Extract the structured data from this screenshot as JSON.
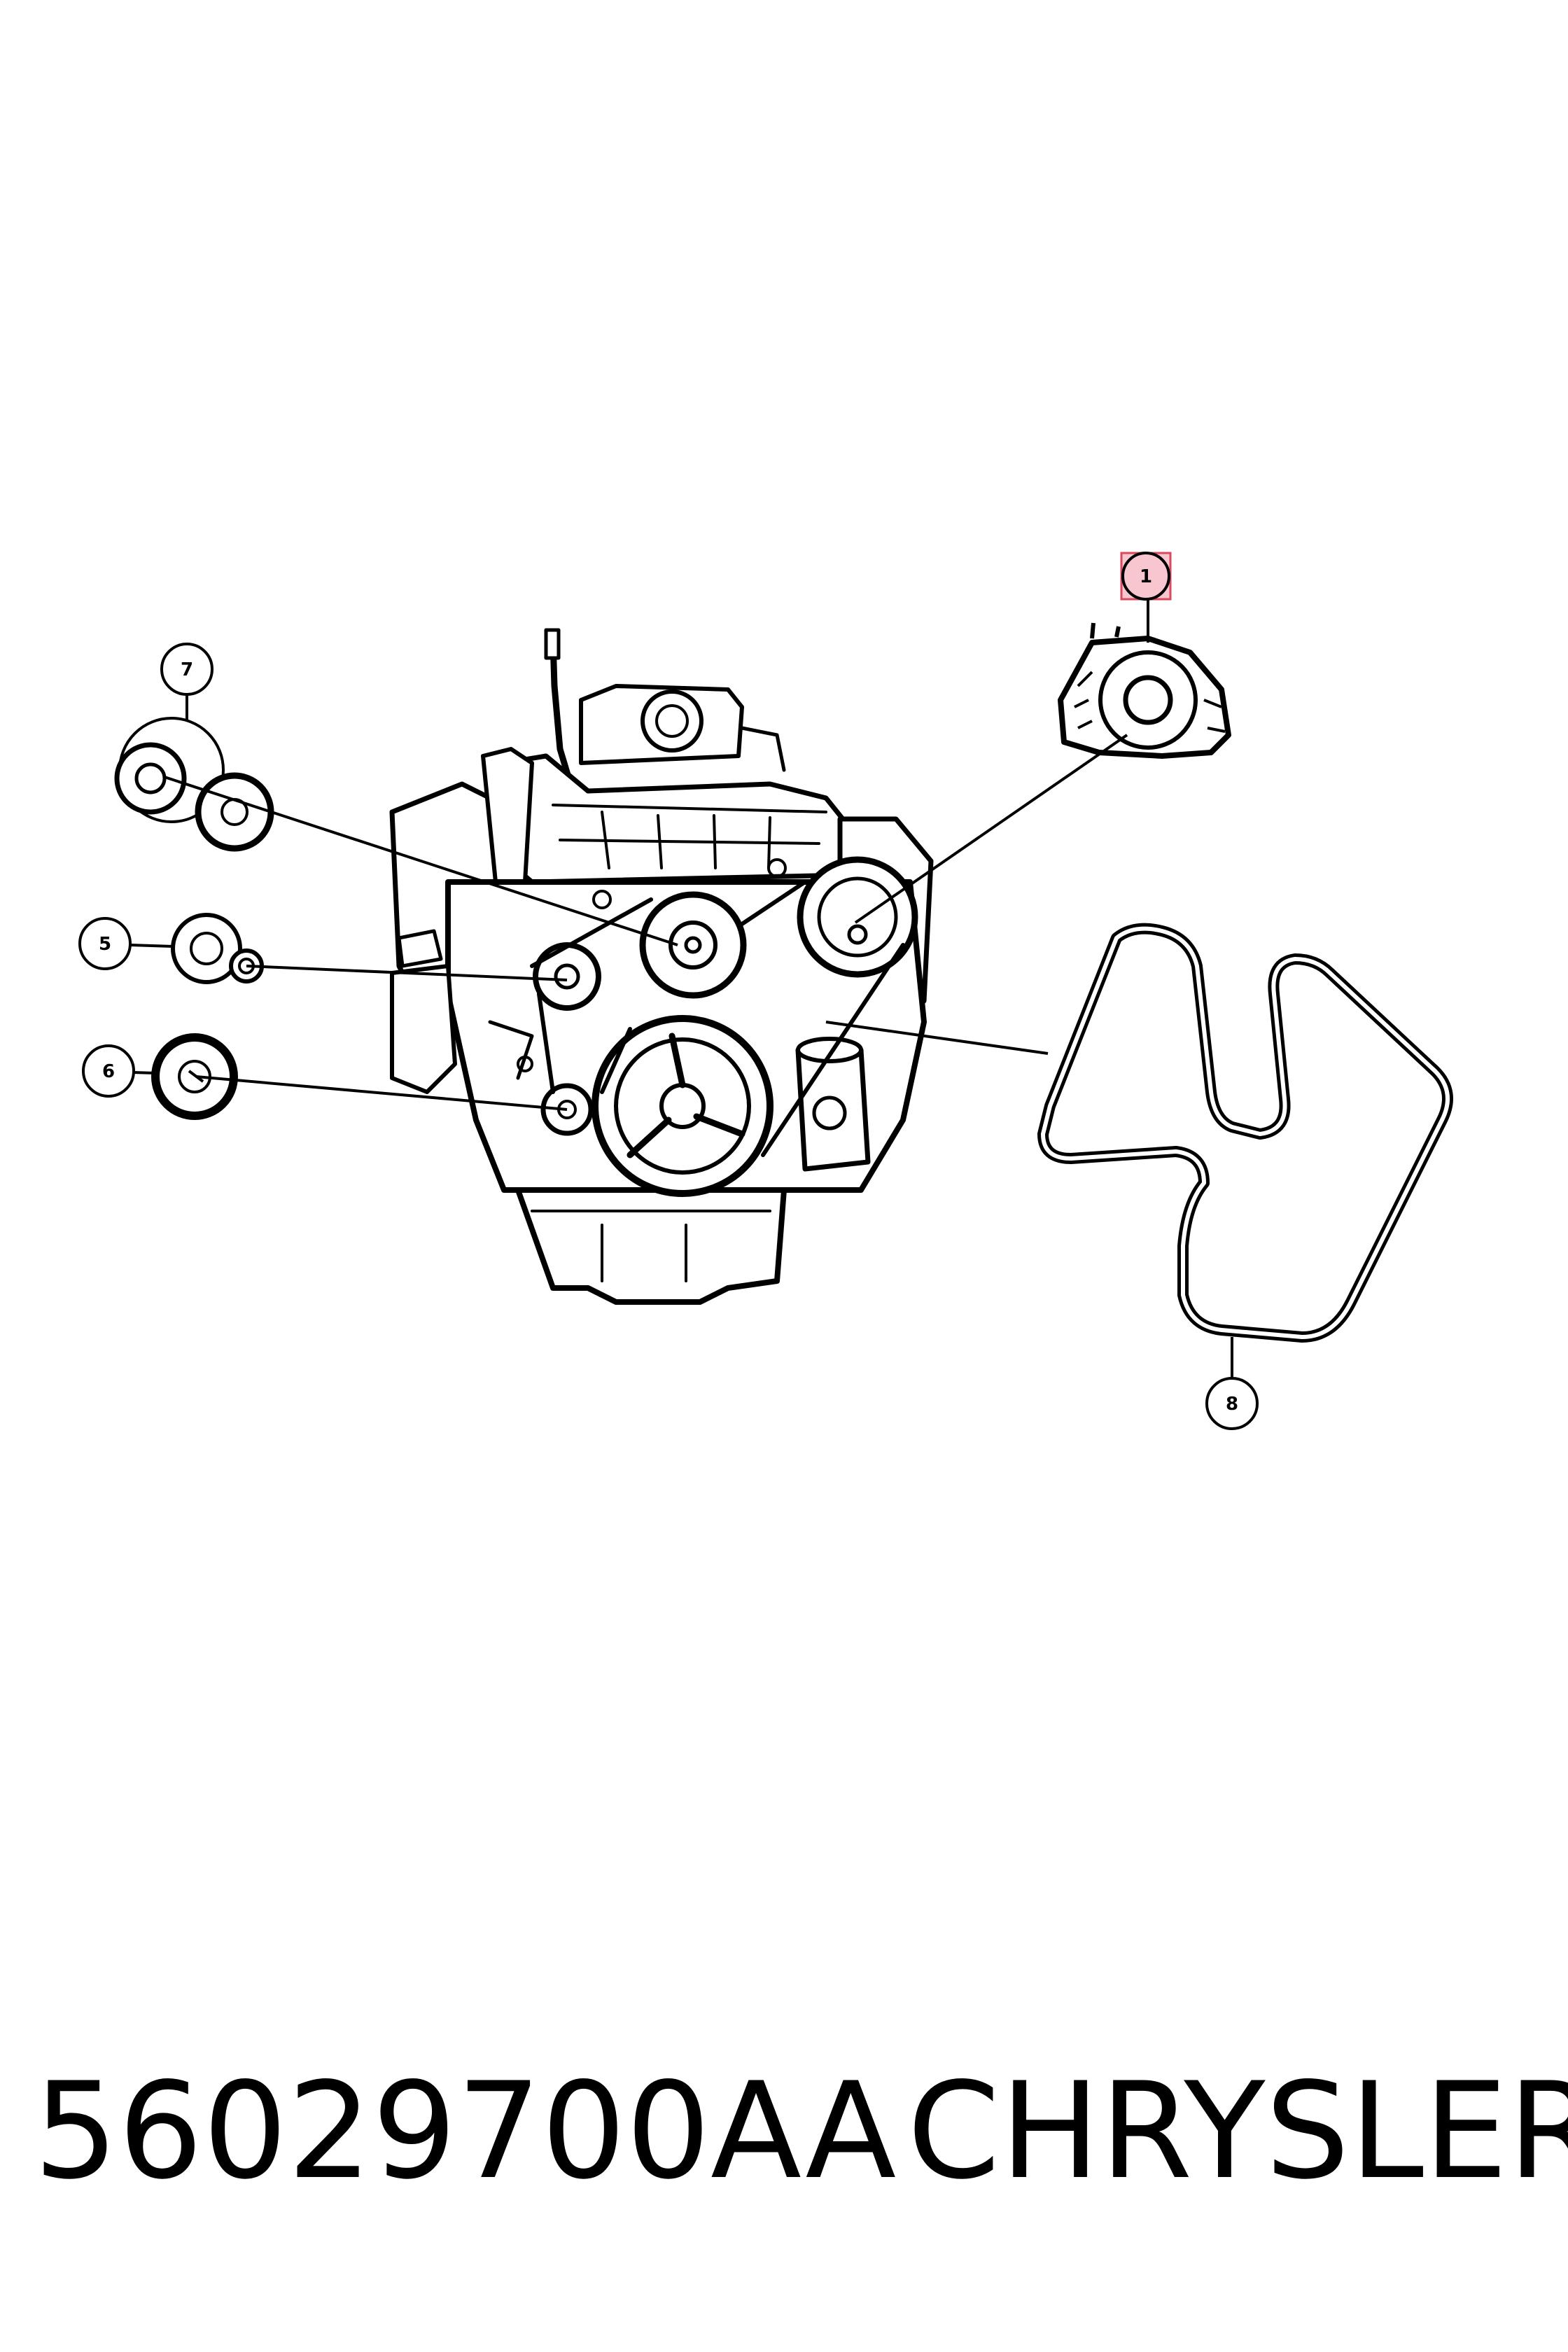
{
  "callouts": [
    {
      "id": "1",
      "label": "1",
      "highlighted": true
    },
    {
      "id": "5",
      "label": "5"
    },
    {
      "id": "6",
      "label": "6"
    },
    {
      "id": "7",
      "label": "7"
    },
    {
      "id": "8",
      "label": "8"
    }
  ],
  "caption": {
    "part_number": "56029700AA",
    "manufacturer": "CHRYSLER"
  },
  "colors": {
    "line": "#000000",
    "highlight_fill": "#f7c6cf",
    "highlight_stroke": "#d9495f"
  }
}
